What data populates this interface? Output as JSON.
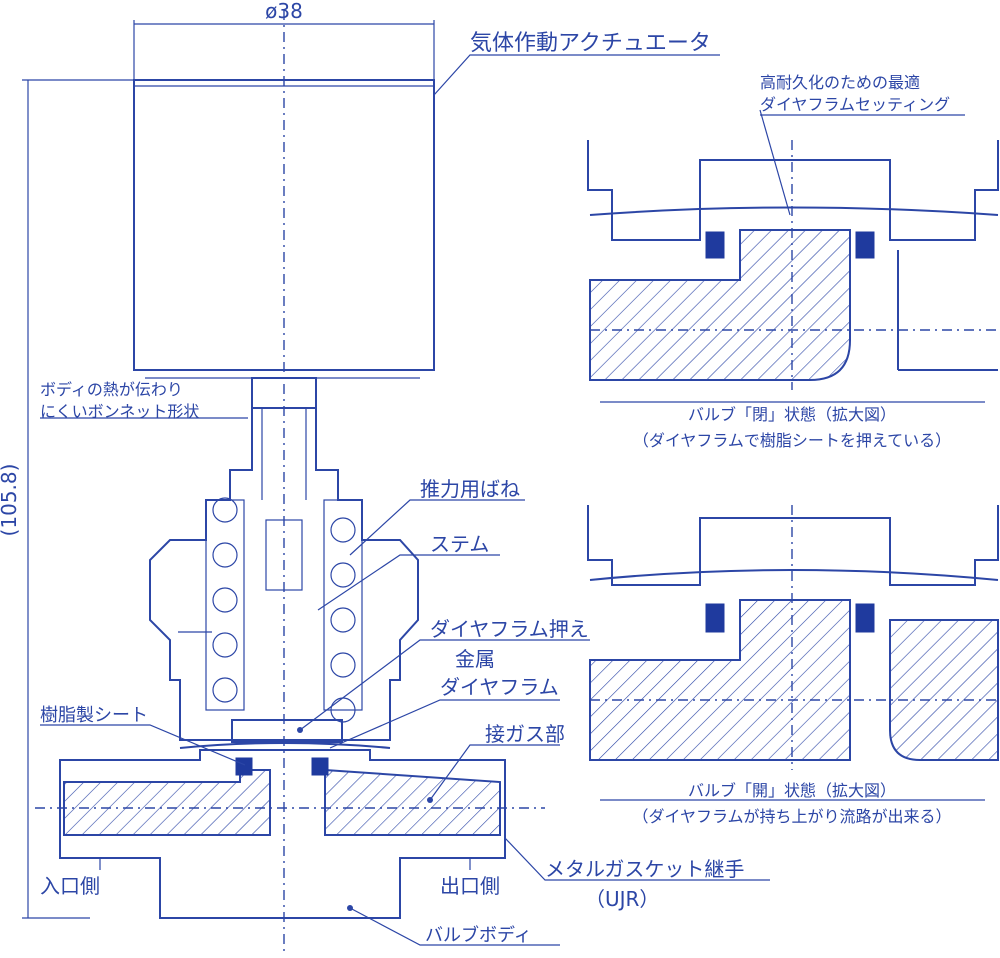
{
  "dimensions": {
    "diameter": "ø38",
    "height": "(105.8)"
  },
  "labels": {
    "actuator": "気体作動アクチュエータ",
    "bonnet": "ボディの熱が伝わり\nにくいボンネット形状",
    "spring": "推力用ばね",
    "stem": "ステム",
    "diaphragm_retainer": "ダイヤフラム押え",
    "metal_diaphragm": "金属\nダイヤフラム",
    "resin_seat": "樹脂製シート",
    "wetted_part": "接ガス部",
    "inlet": "入口側",
    "outlet": "出口側",
    "fitting": "メタルガスケット継手\n（UJR）",
    "valve_body": "バルブボディ",
    "optimal_setting": "高耐久化のための最適\nダイヤフラムセッティング"
  },
  "details": {
    "closed_title": "バルブ「閉」状態（拡大図）",
    "closed_note": "（ダイヤフラムで樹脂シートを押えている）",
    "open_title": "バルブ「開」状態（拡大図）",
    "open_note": "（ダイヤフラムが持ち上がり流路が出来る）"
  },
  "colors": {
    "line": "#2c46a6",
    "seal": "#1f3a9e"
  }
}
